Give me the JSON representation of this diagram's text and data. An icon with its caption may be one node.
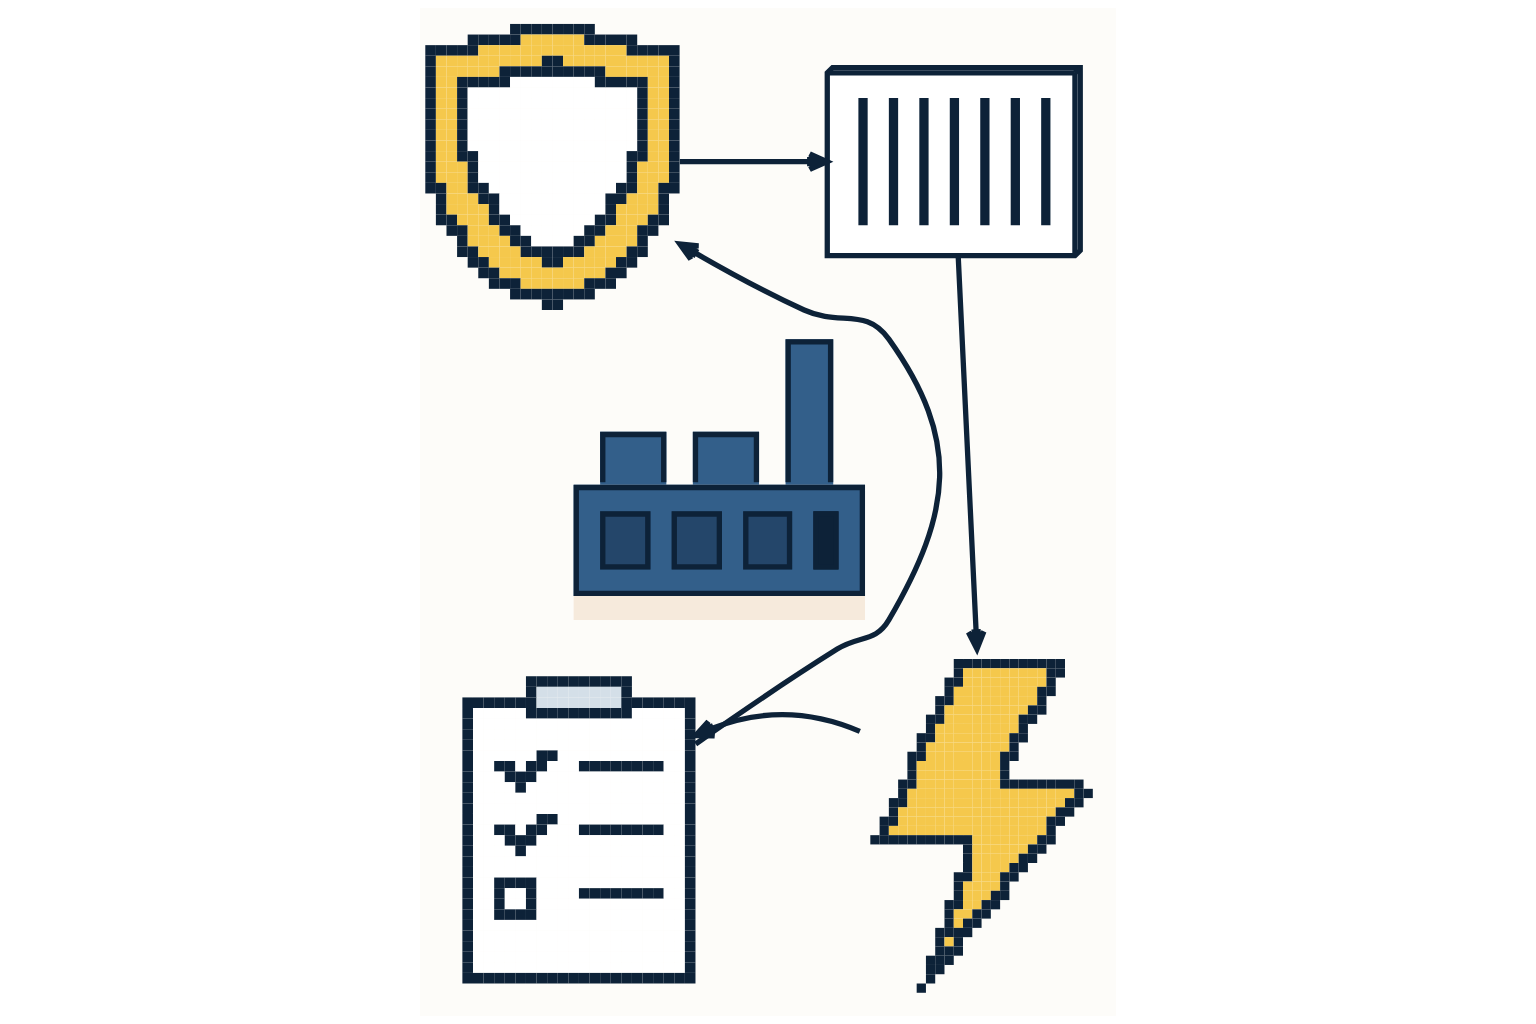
{
  "diagram": {
    "nodes": [
      {
        "text": [],
        "shape": "picture"
      },
      {
        "text": [],
        "shape": "picture"
      },
      {
        "text": [],
        "shape": "picture"
      },
      {
        "text": [],
        "shape": "picture"
      },
      {
        "text": [],
        "shape": "picture"
      }
    ],
    "edges": [
      {
        "from": 0,
        "to": 1,
        "arrow": "to"
      },
      {
        "from": 1,
        "to": 4,
        "arrow": "to"
      },
      {
        "from": 4,
        "to": 3,
        "arrow": "to"
      },
      {
        "from": 3,
        "to": 0,
        "arrow": "to"
      }
    ]
  }
}
